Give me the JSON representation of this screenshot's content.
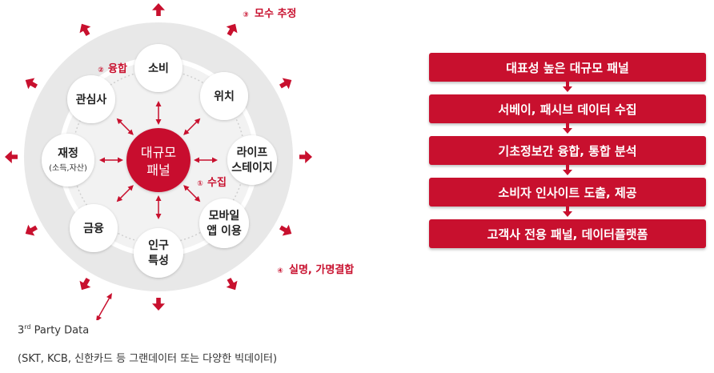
{
  "center": {
    "line1": "대규모",
    "line2": "패널"
  },
  "nodes": {
    "consume": "소비",
    "location": "위치",
    "lifestage_1": "라이프",
    "lifestage_2": "스테이지",
    "mobile_1": "모바일",
    "mobile_2": "앱 이용",
    "demo_1": "인구",
    "demo_2": "특성",
    "finance": "금융",
    "wealth": "재정",
    "wealth_sub": "(소득,자산)",
    "interest": "관심사"
  },
  "labels": {
    "collect_num": "①",
    "collect": "수집",
    "fusion_num": "②",
    "fusion": "융합",
    "estimate_num": "③",
    "estimate": "모수 추정",
    "combine_num": "④",
    "combine": "실명, 가명결합"
  },
  "third_party": {
    "line1_prefix": "3",
    "line1_sup": "rd",
    "line1_rest": " Party Data",
    "line2": "(SKT, KCB, 신한카드 등 그랜데이터 또는 다양한 빅데이터)"
  },
  "steps": [
    "대표성 높은 대규모 패널",
    "서베이, 패시브 데이터 수집",
    "기초정보간 융합, 통합 분석",
    "소비자 인사이트 도출, 제공",
    "고객사 전용 패널, 데이터플랫폼"
  ],
  "colors": {
    "accent": "#c8102e",
    "outer_ring": "#e6e6e6",
    "inner_ring": "#d9d9d9"
  }
}
